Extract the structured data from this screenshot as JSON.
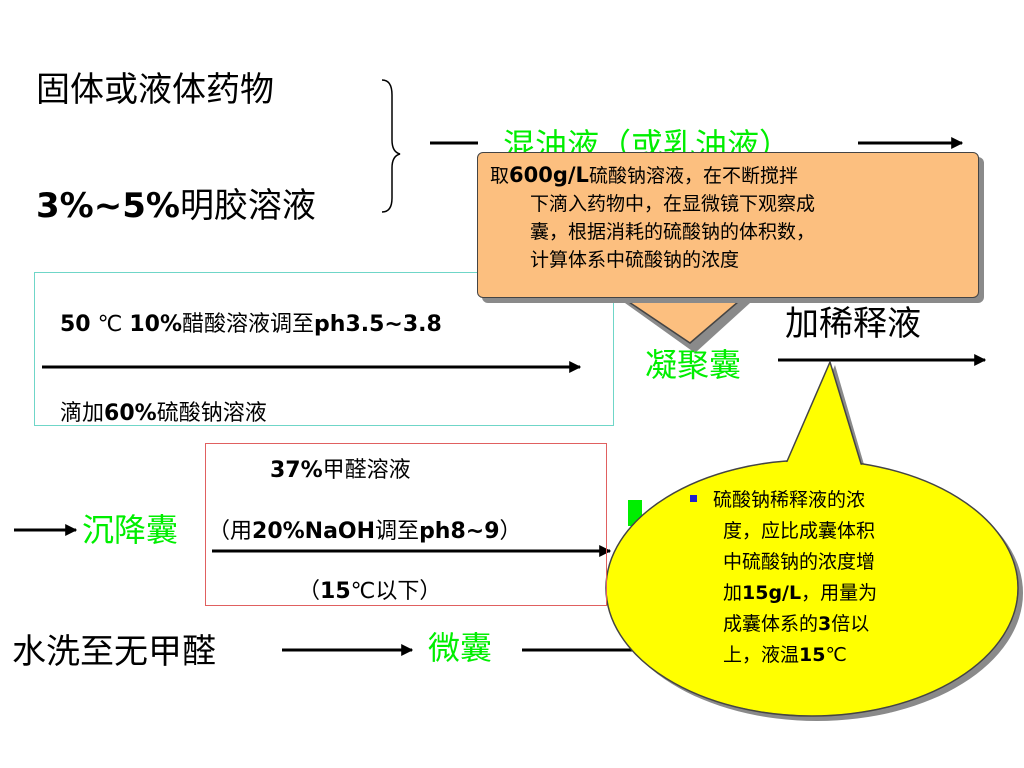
{
  "left_top": {
    "line1": "固体或液体药物",
    "line2_bold": "3%~5%",
    "line2_rest": "明胶溶液"
  },
  "emulsion": "混油液（或乳油液）",
  "callout_rect": {
    "prefix": "取",
    "conc_bold": "600g/L",
    "line1_rest": "硫酸钠溶液，在不断搅拌",
    "line2": "下滴入药物中，在显微镜下观察成",
    "line3": "囊，根据消耗的硫酸钠的体积数，",
    "line4": "计算体系中硫酸钠的浓度"
  },
  "dilute": "加稀释液",
  "cyan_box": {
    "temp_bold": "50",
    "temp_unit": "℃",
    "pct_bold": "10%",
    "text_mid": "醋酸溶液调至",
    "ph_bold": "ph3.5~3.8",
    "bottom_pre": "滴加",
    "bottom_bold": "60%",
    "bottom_rest": "硫酸钠溶液"
  },
  "coacervate": "凝聚囊",
  "sediment": "沉降囊",
  "red_box": {
    "top_bold": "37%",
    "top_rest": "甲醛溶液",
    "mid_open": "（用",
    "mid_bold1": "20%NaOH",
    "mid_text": "调至",
    "mid_bold2": "ph8~9",
    "mid_close": "）",
    "bot_open": "（",
    "bot_bold": "15",
    "bot_rest": "℃以下）"
  },
  "wash": "水洗至无甲醛",
  "microcapsule": "微囊",
  "ellipse": {
    "row1": "硫酸钠稀释液的浓",
    "row2": "度，应比成囊体积",
    "row3": "中硫酸钠的浓度增",
    "row4_pre": "加",
    "row4_bold": "15g/L",
    "row4_rest": "，用量为",
    "row5_pre": "成囊体系的",
    "row5_bold": "3",
    "row5_rest": "倍以",
    "row6_pre": "上，液温",
    "row6_bold": "15",
    "row6_rest": "℃"
  },
  "colors": {
    "green_label": "#00ee00",
    "callout_fill": "#fcbf7f",
    "ellipse_fill": "#ffff00",
    "cyan_border": "#6fd6c8",
    "red_border": "#e06060",
    "bullet": "#2222cc"
  }
}
